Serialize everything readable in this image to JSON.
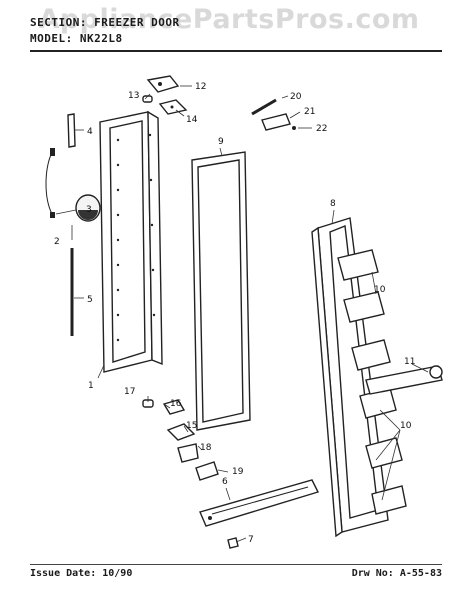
{
  "header": {
    "watermark": "AppliancePartsPros.com",
    "section_line": "SECTION: FREEZER DOOR",
    "model_line": "MODEL: NK22L8"
  },
  "footer": {
    "issue_date": "Issue Date: 10/90",
    "drawing_no": "Drw No: A-55-83"
  },
  "callouts": [
    "1",
    "2",
    "3",
    "4",
    "5",
    "6",
    "7",
    "8",
    "9",
    "10",
    "10",
    "11",
    "12",
    "13",
    "14",
    "15",
    "16",
    "17",
    "18",
    "19",
    "20",
    "21",
    "22"
  ]
}
